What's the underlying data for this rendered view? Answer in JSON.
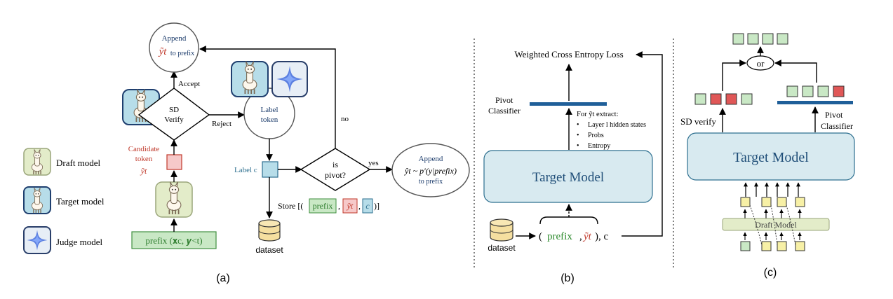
{
  "legend": [
    {
      "label": "Draft model",
      "icon": "llama-draft-icon"
    },
    {
      "label": "Target model",
      "icon": "llama-target-icon"
    },
    {
      "label": "Judge model",
      "icon": "sparkle-judge-icon"
    }
  ],
  "panel_a": {
    "caption": "(a)",
    "prefix_label": "prefix (𝐱c, 𝒚<t)",
    "candidate_line1": "Candidate",
    "candidate_line2": "token",
    "candidate_symbol": "ỹt",
    "sd_verify_line1": "SD",
    "sd_verify_line2": "Verify",
    "accept": "Accept",
    "reject": "Reject",
    "append_top_line1": "Append",
    "append_top_symbol": "ỹt",
    "append_top_line2": "to prefix",
    "label_token_line1": "Label",
    "label_token_line2": "token",
    "label_c": "Label c",
    "is_pivot_line1": "is",
    "is_pivot_line2": "pivot?",
    "no": "no",
    "yes": "yes",
    "append_right_line1": "Append",
    "append_right_formula": "ŷt ~ p′(y|prefix)",
    "append_right_line2": "to prefix",
    "store_prefix": "Store [(",
    "store_prefix_box": "prefix",
    "store_y_box": "ỹt",
    "store_c_box": "c",
    "store_suffix": ")]",
    "dataset": "dataset"
  },
  "panel_b": {
    "caption": "(b)",
    "loss": "Weighted Cross Entropy Loss",
    "pivot_line1": "Pivot",
    "pivot_line2": "Classifier",
    "extract_title": "For ỹt extract:",
    "extract_items": [
      "Layer l hidden states",
      "Probs",
      "Entropy"
    ],
    "target_model": "Target Model",
    "dataset": "dataset",
    "tuple_open": "(",
    "tuple_prefix": "prefix",
    "tuple_y": "ỹt",
    "tuple_close": "), c"
  },
  "panel_c": {
    "caption": "(c)",
    "or": "or",
    "sd_verify": "SD verify",
    "pivot_line1": "Pivot",
    "pivot_line2": "Classifier",
    "target_model": "Target Model",
    "draft_model": "Draft Model"
  },
  "colors": {
    "green_fill": "#c9e8c5",
    "green_stroke": "#3f8f3f",
    "red_fill": "#e05757",
    "pink_fill": "#f6c9c9",
    "blue_fill": "#b7dde9",
    "blue_stroke": "#2d6f8f",
    "target_model_fill": "#d8eaf0",
    "draft_model_fill": "#e3ecc9",
    "yellow_fill": "#f7f0a6",
    "pivot_bar": "#1f5f99",
    "red_text": "#c0392b",
    "green_text": "#2e8b2e"
  }
}
